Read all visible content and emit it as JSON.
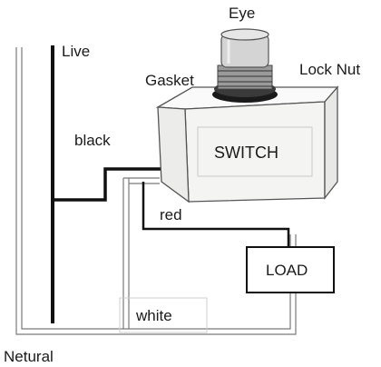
{
  "labels": {
    "eye": "Eye",
    "live": "Live",
    "gasket": "Gasket",
    "lock_nut": "Lock Nut",
    "black": "black",
    "switch": "SWITCH",
    "red": "red",
    "load": "LOAD",
    "white": "white",
    "neutral": "Netural"
  },
  "colors": {
    "wire": "#111111",
    "thin_wire": "#6f6f6f",
    "outline": "#555555",
    "housing_fill": "#f4f4f2"
  }
}
